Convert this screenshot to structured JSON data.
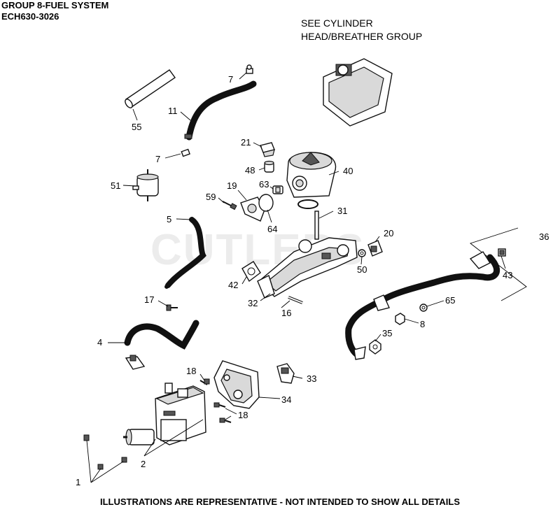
{
  "header": {
    "title": "GROUP 8-FUEL SYSTEM",
    "model": "ECH630-3026"
  },
  "note": {
    "line1": "SEE CYLINDER",
    "line2": "HEAD/BREATHER GROUP"
  },
  "watermark": "CUTLERS",
  "footer": "ILLUSTRATIONS ARE REPRESENTATIVE - NOT INTENDED TO SHOW ALL DETAILS",
  "callouts": {
    "c7a": "7",
    "c55": "55",
    "c11": "11",
    "c7b": "7",
    "c21": "21",
    "c48": "48",
    "c40": "40",
    "c51": "51",
    "c19": "19",
    "c63": "63",
    "c59": "59",
    "c31": "31",
    "c5": "5",
    "c64": "64",
    "c20": "20",
    "c36": "36",
    "c50": "50",
    "c43": "43",
    "c42": "42",
    "c65": "65",
    "c17": "17",
    "c32": "32",
    "c16": "16",
    "c8": "8",
    "c35": "35",
    "c4": "4",
    "c18a": "18",
    "c33": "33",
    "c34": "34",
    "c18b": "18",
    "c2": "2",
    "c1": "1"
  }
}
